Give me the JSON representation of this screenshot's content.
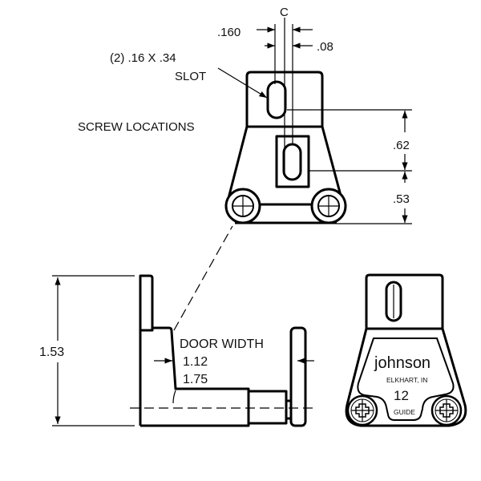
{
  "top_view": {
    "centerline_label": "C",
    "dim_160": ".160",
    "dim_08": ".08",
    "slot_note": "(2) .16  X  .34",
    "slot_label": "SLOT",
    "screw_label": "SCREW LOCATIONS",
    "dim_62": ".62",
    "dim_53": ".53"
  },
  "side_view": {
    "height_dim": "1.53",
    "door_width_label": "DOOR WIDTH",
    "door_width_1": "1.12",
    "door_width_2": "1.75"
  },
  "front_view": {
    "brand": "johnson",
    "location": "ELKHART, IN",
    "model_number": "12",
    "model_label": "GUIDE"
  }
}
